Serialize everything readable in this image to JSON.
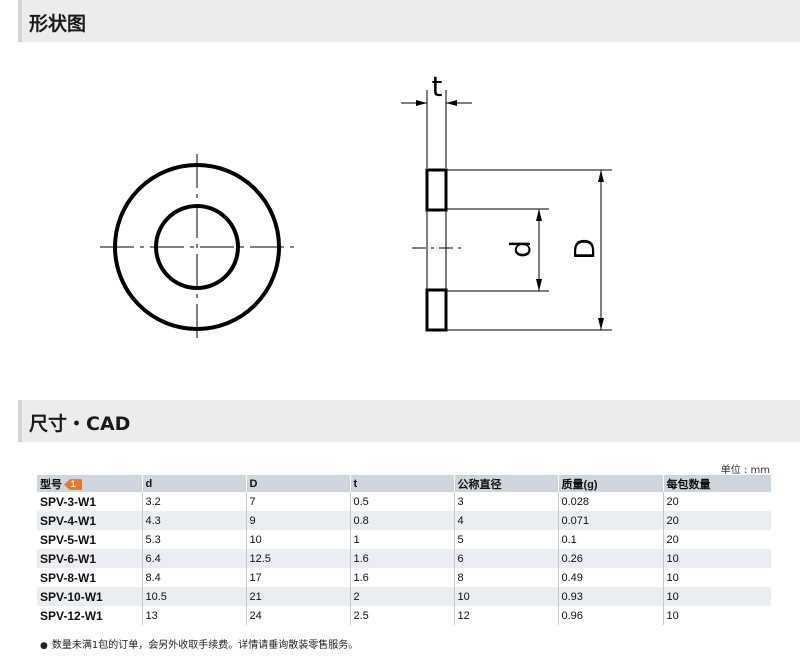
{
  "sections": {
    "shape_title": "形状图",
    "size_title": "尺寸・CAD"
  },
  "drawing": {
    "labels": {
      "t": "t",
      "d": "d",
      "D": "D"
    }
  },
  "table": {
    "unit": "单位 : mm",
    "badge": "1",
    "headers": [
      "型号",
      "d",
      "D",
      "t",
      "公称直径",
      "质量(g)",
      "每包数量"
    ],
    "rows": [
      [
        "SPV-3-W1",
        "3.2",
        "7",
        "0.5",
        "3",
        "0.028",
        "20"
      ],
      [
        "SPV-4-W1",
        "4.3",
        "9",
        "0.8",
        "4",
        "0.071",
        "20"
      ],
      [
        "SPV-5-W1",
        "5.3",
        "10",
        "1",
        "5",
        "0.1",
        "20"
      ],
      [
        "SPV-6-W1",
        "6.4",
        "12.5",
        "1.6",
        "6",
        "0.26",
        "10"
      ],
      [
        "SPV-8-W1",
        "8.4",
        "17",
        "1.6",
        "8",
        "0.49",
        "10"
      ],
      [
        "SPV-10-W1",
        "10.5",
        "21",
        "2",
        "10",
        "0.93",
        "10"
      ],
      [
        "SPV-12-W1",
        "13",
        "24",
        "2.5",
        "12",
        "0.96",
        "10"
      ]
    ]
  },
  "note": {
    "bullet": "●",
    "text": "数量未满1包的订单，会另外收取手续费。详情请垂询散装零售服务。"
  }
}
